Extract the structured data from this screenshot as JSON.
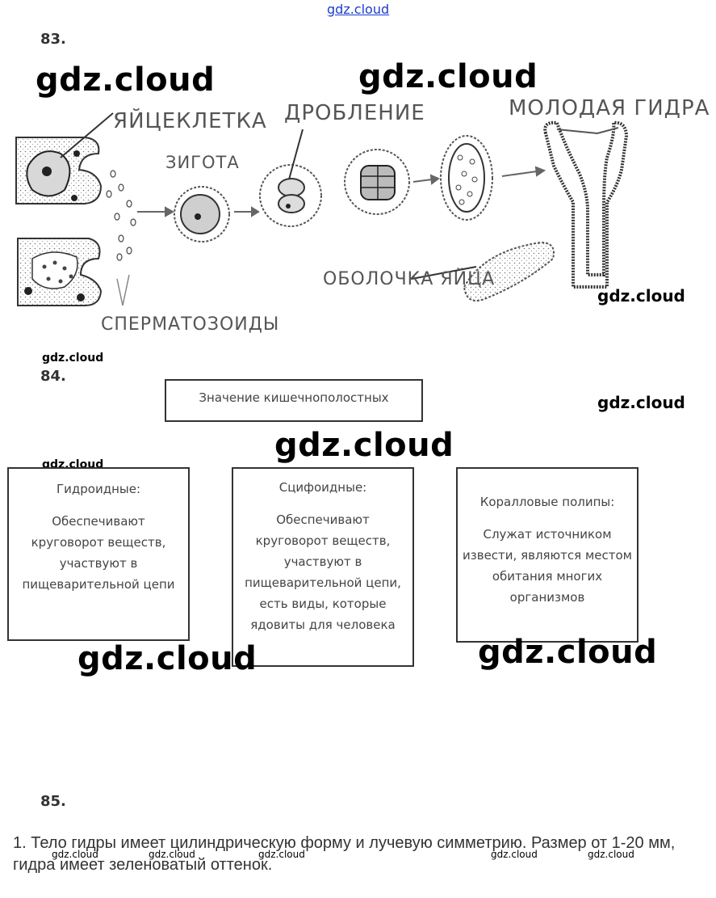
{
  "watermark": "gdz.cloud",
  "task83": {
    "number": "83.",
    "labels": {
      "egg_cell": "ЯЙЦЕКЛЕТКА",
      "cleavage": "ДРОБЛЕНИЕ",
      "young_hydra": "МОЛОДАЯ ГИДРА",
      "zygote": "ЗИГОТА",
      "egg_shell": "ОБОЛОЧКА ЯЙЦА",
      "sperm": "СПЕРМАТОЗОИДЫ"
    }
  },
  "task84": {
    "number": "84.",
    "header": "Значение кишечнополостных",
    "boxes": [
      {
        "title": "Гидроидные:",
        "body": "Обеспечивают круговорот веществ, участвуют в пищеварительной цепи"
      },
      {
        "title": "Сцифоидные:",
        "body": "Обеспечивают круговорот веществ, участвуют в пищеварительной цепи, есть виды, которые ядовиты для человека"
      },
      {
        "title": "Коралловые полипы:",
        "body": "Служат источником извести, являются местом обитания многих организмов"
      }
    ]
  },
  "task85": {
    "number": "85.",
    "text": "1. Тело гидры имеет цилиндрическую форму и лучевую симметрию. Размер от 1-20 мм, гидра имеет зеленоватый оттенок."
  }
}
